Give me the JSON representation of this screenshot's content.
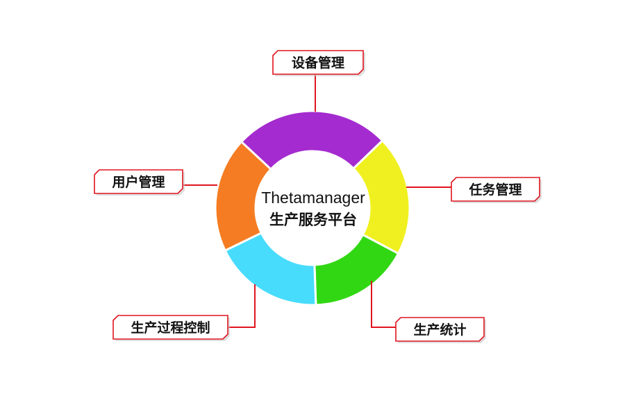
{
  "center": {
    "title": "Thetamanager",
    "subtitle": "生产服务平台"
  },
  "modules": [
    {
      "label": "设备管理",
      "color": "#A42BCF"
    },
    {
      "label": "任务管理",
      "color": "#F0F020"
    },
    {
      "label": "生产统计",
      "color": "#32D714"
    },
    {
      "label": "生产过程控制",
      "color": "#48DCFC"
    },
    {
      "label": "用户管理",
      "color": "#F57C22"
    }
  ],
  "colors": {
    "connector": "#E0141E",
    "label_border": "#E0141E",
    "label_shadow": "#C9C9C9",
    "segment_gap": "#FFFFFF"
  }
}
